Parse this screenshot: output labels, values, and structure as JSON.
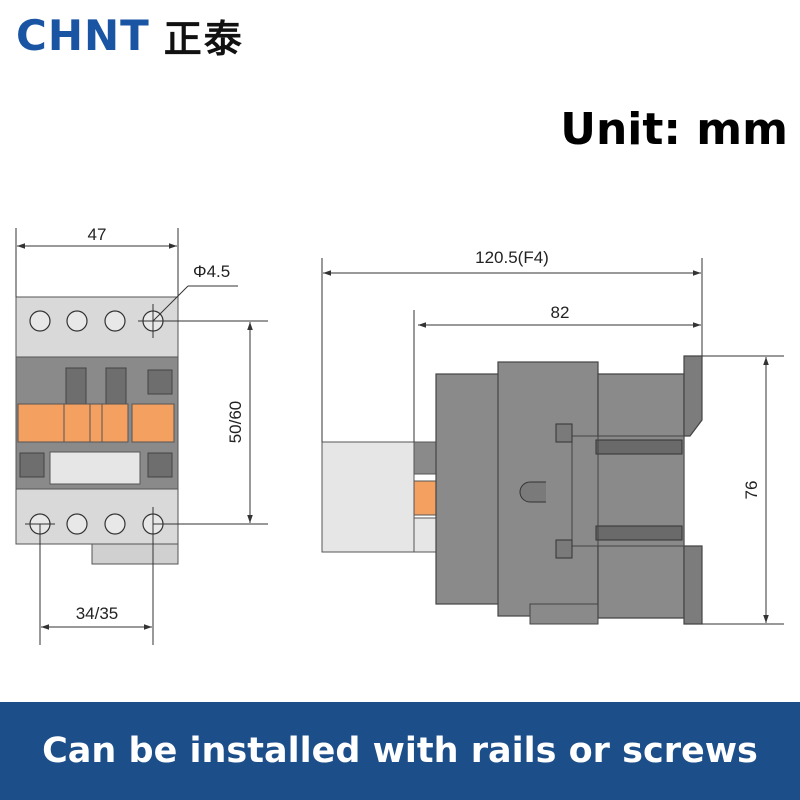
{
  "brand": {
    "latin": "CHNT",
    "cjk": "正泰"
  },
  "unit_label": "Unit: mm",
  "front_view": {
    "width_dim": "47",
    "hole_dim": "Φ4.5",
    "height_dim": "50/60",
    "hole_spacing_dim": "34/35"
  },
  "side_view": {
    "overall_depth_dim": "120.5(F4)",
    "body_depth_dim": "82",
    "height_dim": "76"
  },
  "banner": {
    "text": "Can be installed with rails or screws"
  },
  "colors": {
    "brand_blue": "#1a55a4",
    "banner_blue": "#1c4f8a",
    "body_gray": "#8a8a8a",
    "orange": "#f4a060",
    "light_gray": "#d6d6d6"
  }
}
